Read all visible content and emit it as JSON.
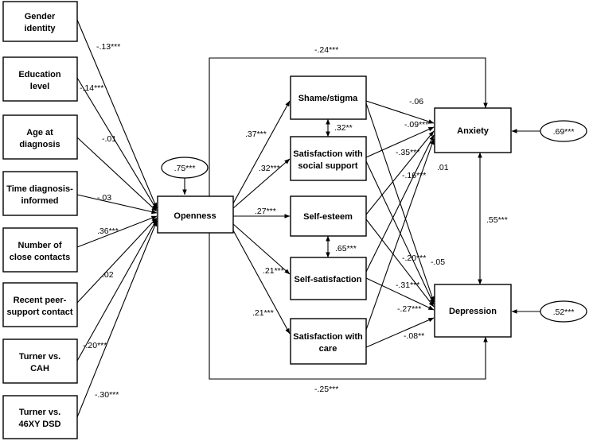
{
  "nodes": {
    "gender": [
      "Gender",
      "identity"
    ],
    "education": [
      "Education",
      "level"
    ],
    "age": [
      "Age at",
      "diagnosis"
    ],
    "timediag": [
      "Time diagnosis-",
      "informed"
    ],
    "contacts": [
      "Number of",
      "close contacts"
    ],
    "peer": [
      "Recent peer-",
      "support contact"
    ],
    "cah": [
      "Turner vs.",
      "CAH"
    ],
    "dsd": [
      "Turner vs.",
      "46XY DSD"
    ],
    "openness": [
      "Openness"
    ],
    "shame": [
      "Shame/stigma"
    ],
    "social": [
      "Satisfaction with",
      "social support"
    ],
    "esteem": [
      "Self-esteem"
    ],
    "selfsat": [
      "Self-satisfaction"
    ],
    "care": [
      "Satisfaction with",
      "care"
    ],
    "anxiety": [
      "Anxiety"
    ],
    "depression": [
      "Depression"
    ]
  },
  "residuals": {
    "openness": ".75***",
    "anxiety": ".69***",
    "depression": ".52***"
  },
  "coefficients": {
    "gender_open": "-.13***",
    "edu_open": "-.14***",
    "age_open": "-.01",
    "time_open": "-.03",
    "contacts_open": ".36***",
    "peer_open": ".02",
    "cah_open": "-.20***",
    "dsd_open": "-.30***",
    "open_anx_top": "-.24***",
    "open_dep_bottom": "-.25***",
    "open_shame": ".37***",
    "open_social": ".32***",
    "open_esteem": ".27***",
    "open_selfsat": ".21***",
    "open_care": ".21***",
    "shame_social": ".32**",
    "esteem_selfsat": ".65***",
    "anx_dep": ".55***",
    "shame_anx": "-.06",
    "social_anx": "-.09***",
    "esteem_anx": "-.35***",
    "selfsat_anx": "-.16***",
    "care_anx": ".01",
    "shame_dep": "-.20***",
    "social_dep": "-.05",
    "esteem_dep": "-.31***",
    "selfsat_dep": "-.27***",
    "care_dep": "-.08**"
  }
}
